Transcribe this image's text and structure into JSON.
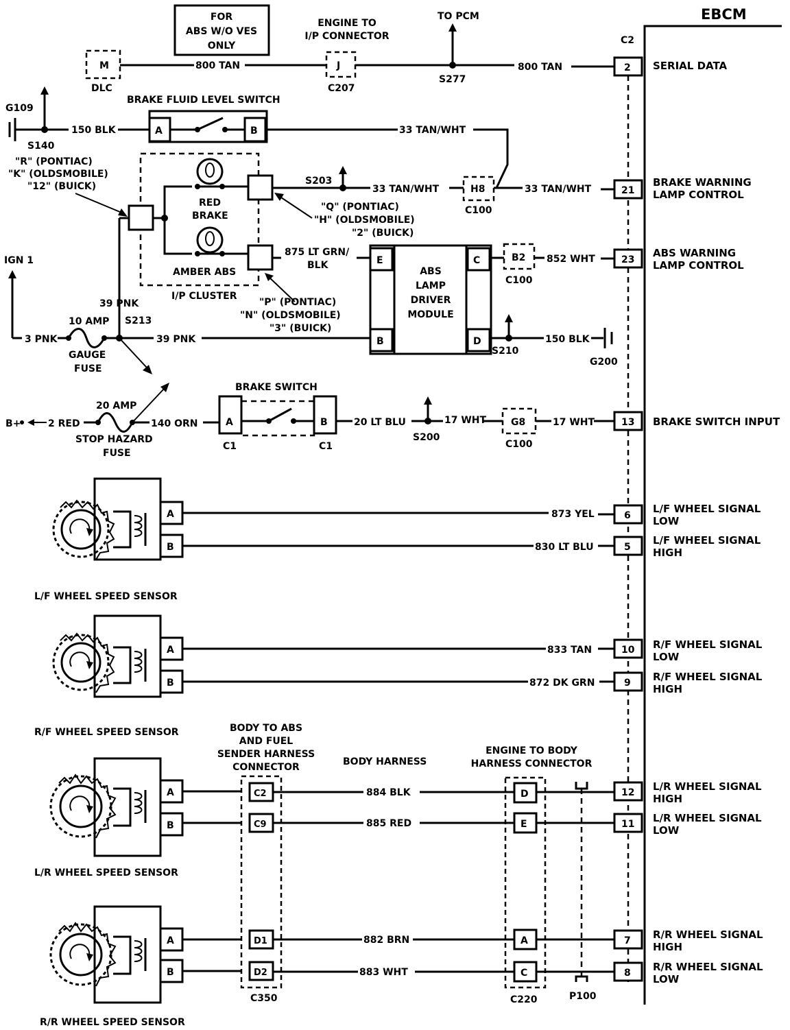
{
  "ebcm": {
    "title": "EBCM",
    "connector": "C2"
  },
  "top": {
    "note_lines": [
      "FOR",
      "ABS W/O VES",
      "ONLY"
    ],
    "dlc_pin": "M",
    "dlc_label": "DLC",
    "engine_ip_lines": [
      "ENGINE TO",
      "I/P CONNECTOR"
    ],
    "c207_pin": "J",
    "c207_label": "C207",
    "to_pcm": "TO PCM",
    "s277": "S277",
    "wire_800_left": "800 TAN",
    "wire_800_right": "800 TAN"
  },
  "pins": {
    "serial_data": {
      "num": "2",
      "label": [
        "SERIAL DATA"
      ]
    },
    "brake_warning": {
      "num": "21",
      "label": [
        "BRAKE WARNING",
        "LAMP CONTROL"
      ]
    },
    "abs_warning": {
      "num": "23",
      "label": [
        "ABS WARNING",
        "LAMP CONTROL"
      ]
    },
    "brake_switch_input": {
      "num": "13",
      "label": [
        "BRAKE SWITCH INPUT"
      ]
    },
    "lf_low": {
      "num": "6",
      "label": [
        "L/F WHEEL SIGNAL",
        "LOW"
      ]
    },
    "lf_high": {
      "num": "5",
      "label": [
        "L/F WHEEL SIGNAL",
        "HIGH"
      ]
    },
    "rf_low": {
      "num": "10",
      "label": [
        "R/F WHEEL SIGNAL",
        "LOW"
      ]
    },
    "rf_high": {
      "num": "9",
      "label": [
        "R/F WHEEL SIGNAL",
        "HIGH"
      ]
    },
    "lr_high": {
      "num": "12",
      "label": [
        "L/R WHEEL SIGNAL",
        "HIGH"
      ]
    },
    "lr_low": {
      "num": "11",
      "label": [
        "L/R WHEEL SIGNAL",
        "LOW"
      ]
    },
    "rr_high": {
      "num": "7",
      "label": [
        "R/R WHEEL SIGNAL",
        "HIGH"
      ]
    },
    "rr_low": {
      "num": "8",
      "label": [
        "R/R WHEEL SIGNAL",
        "LOW"
      ]
    }
  },
  "brake_fluid": {
    "title": "BRAKE FLUID LEVEL SWITCH",
    "pin_a": "A",
    "pin_b": "B",
    "g109": "G109",
    "s140": "S140",
    "wire_blk": "150 BLK",
    "wire_tanwht": "33 TAN/WHT"
  },
  "cluster": {
    "pontiac_r": [
      "\"R\" (PONTIAC)",
      "\"K\" (OLDSMOBILE)",
      "\"12\" (BUICK)"
    ],
    "red_brake": [
      "RED",
      "BRAKE"
    ],
    "amber_abs": "AMBER ABS",
    "ip_cluster": "I/P CLUSTER",
    "pontiac_q": [
      "\"Q\" (PONTIAC)",
      "\"H\" (OLDSMOBILE)",
      "\"2\" (BUICK)"
    ],
    "pontiac_p": [
      "\"P\" (PONTIAC)",
      "\"N\" (OLDSMOBILE)",
      "\"3\" (BUICK)"
    ],
    "s203": "S203",
    "wire_33a": "33 TAN/WHT",
    "wire_33b": "33 TAN/WHT",
    "h8": "H8",
    "c100": "C100"
  },
  "abs_module": {
    "title": [
      "ABS",
      "LAMP",
      "DRIVER",
      "MODULE"
    ],
    "pin_e": "E",
    "pin_c": "C",
    "pin_b": "B",
    "pin_d": "D",
    "wire_875": [
      "875 LT GRN/",
      "BLK"
    ],
    "b2": "B2",
    "c100": "C100",
    "wire_852": "852 WHT",
    "s210": "S210",
    "wire_150": "150 BLK",
    "g200": "G200"
  },
  "power": {
    "ign1": "IGN 1",
    "wire_39_up": "39 PNK",
    "wire_3": "3 PNK",
    "fuse_amp": "10 AMP",
    "fuse_name": [
      "GAUGE",
      "FUSE"
    ],
    "s213": "S213",
    "wire_39": "39 PNK"
  },
  "brake_switch": {
    "title": "BRAKE SWITCH",
    "b_plus": "B+",
    "wire_2": "2 RED",
    "fuse_amp": "20 AMP",
    "fuse_name": [
      "STOP HAZARD",
      "FUSE"
    ],
    "wire_140": "140 ORN",
    "pin_a": "A",
    "pin_b": "B",
    "c1a": "C1",
    "c1b": "C1",
    "wire_20": "20 LT BLU",
    "s200": "S200",
    "wire_17a": "17 WHT",
    "g8": "G8",
    "c100": "C100",
    "wire_17b": "17 WHT"
  },
  "sensors": {
    "lf": {
      "name": "L/F WHEEL SPEED SENSOR",
      "pin_a": "A",
      "pin_b": "B",
      "wire_a": "873 YEL",
      "wire_b": "830 LT BLU"
    },
    "rf": {
      "name": "R/F WHEEL SPEED SENSOR",
      "pin_a": "A",
      "pin_b": "B",
      "wire_a": "833 TAN",
      "wire_b": "872 DK GRN"
    },
    "lr": {
      "name": "L/R WHEEL SPEED SENSOR",
      "pin_a": "A",
      "pin_b": "B",
      "wire_a": "884 BLK",
      "wire_b": "885 RED"
    },
    "rr": {
      "name": "R/R WHEEL SPEED SENSOR",
      "pin_a": "A",
      "pin_b": "B",
      "wire_a": "882 BRN",
      "wire_b": "883 WHT"
    }
  },
  "rear": {
    "body_abs_lines": [
      "BODY TO ABS",
      "AND FUEL",
      "SENDER HARNESS",
      "CONNECTOR"
    ],
    "body_harness": "BODY HARNESS",
    "engine_body_lines": [
      "ENGINE TO BODY",
      "HARNESS CONNECTOR"
    ],
    "c350_pins": [
      "C2",
      "C9",
      "D1",
      "D2"
    ],
    "c350": "C350",
    "c220_pins": [
      "D",
      "E",
      "A",
      "C"
    ],
    "c220": "C220",
    "p100": "P100"
  }
}
